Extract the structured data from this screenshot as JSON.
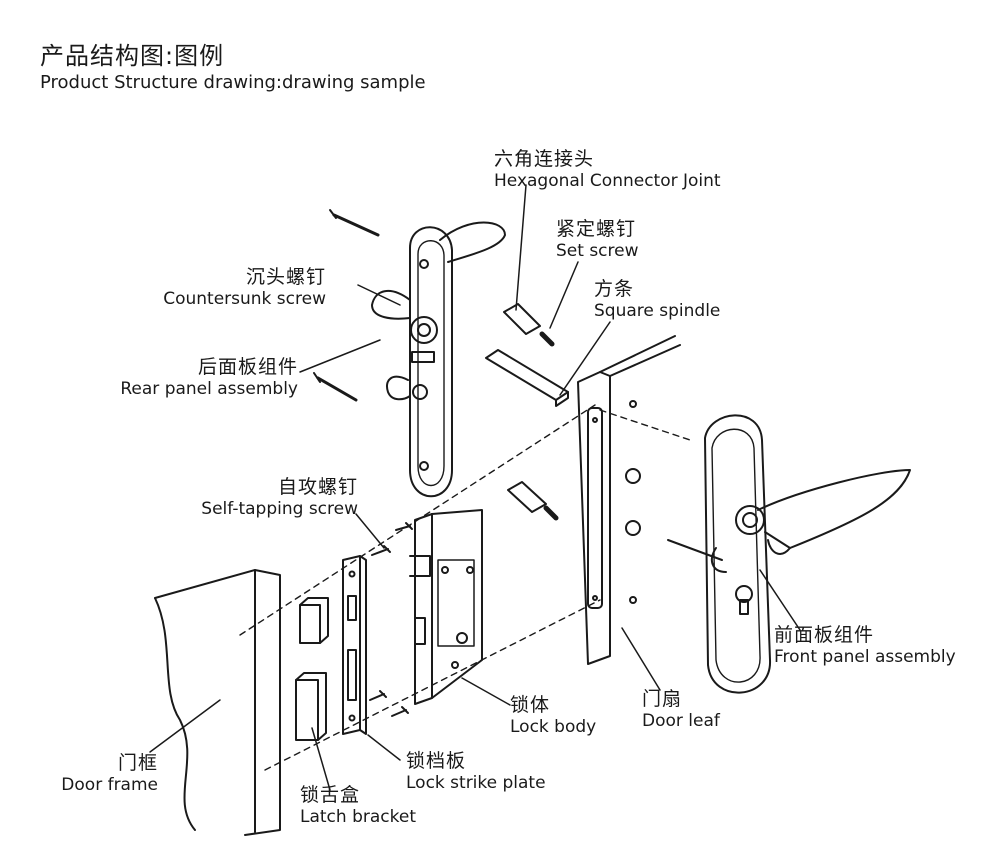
{
  "header": {
    "title_cn": "产品结构图:图例",
    "title_en": "Product Structure drawing:drawing sample"
  },
  "labels": {
    "hex_joint": {
      "cn": "六角连接头",
      "en": "Hexagonal  Connector Joint"
    },
    "set_screw": {
      "cn": "紧定螺钉",
      "en": "Set screw"
    },
    "spindle": {
      "cn": "方条",
      "en": "Square spindle"
    },
    "countersunk": {
      "cn": "沉头螺钉",
      "en": "Countersunk screw"
    },
    "rear_panel": {
      "cn": "后面板组件",
      "en": "Rear panel assembly"
    },
    "self_tap": {
      "cn": "自攻螺钉",
      "en": "Self-tapping screw"
    },
    "front_panel": {
      "cn": "前面板组件",
      "en": "Front panel assembly"
    },
    "door_leaf": {
      "cn": "门扇",
      "en": "Door leaf"
    },
    "lock_body": {
      "cn": "锁体",
      "en": "Lock body"
    },
    "door_frame": {
      "cn": "门框",
      "en": "Door frame"
    },
    "strike": {
      "cn": "锁档板",
      "en": "Lock strike plate"
    },
    "latch_box": {
      "cn": "锁舌盒",
      "en": "Latch bracket"
    }
  }
}
